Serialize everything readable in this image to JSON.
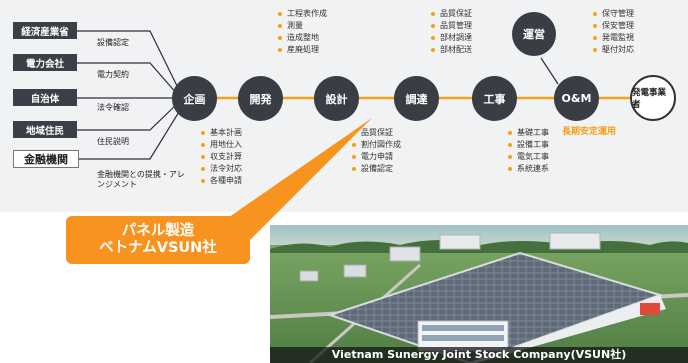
{
  "stakeholders": [
    {
      "name": "経済産業省",
      "relation": "設備認定"
    },
    {
      "name": "電力会社",
      "relation": "電力契約"
    },
    {
      "name": "自治体",
      "relation": "法令確認"
    },
    {
      "name": "地域住民",
      "relation": "住民説明"
    },
    {
      "name": "金融機関",
      "relation": "金融機関との提携・アレンジメント"
    }
  ],
  "nodes": {
    "kikaku": "企画",
    "kaihatsu": "開発",
    "sekkei": "設計",
    "chotatsu": "調達",
    "koji": "工事",
    "om": "O&M",
    "unei": "運営",
    "owner": "発電事業者"
  },
  "lists": {
    "kikaku_below": [
      "基本計画",
      "用地仕入",
      "収支計算",
      "法令対応",
      "各種申請"
    ],
    "kaihatsu_above": [
      "工程表作成",
      "測量",
      "造成整地",
      "産廃処理"
    ],
    "sekkei_below": [
      "品質保証",
      "割付図作成",
      "電力申請",
      "設備認定"
    ],
    "chotatsu_above": [
      "品質保証",
      "品質管理",
      "部材調達",
      "部材配送"
    ],
    "koji_below": [
      "基礎工事",
      "設備工事",
      "電気工事",
      "系統連系"
    ],
    "om_above": [
      "保守管理",
      "保安管理",
      "発電監視",
      "駆付対応"
    ]
  },
  "om_note": "長期安定運用",
  "callout": {
    "line1": "パネル製造",
    "line2": "ベトナムVSUN社"
  },
  "photo_caption": "Vietnam Sunergy Joint Stock Company(VSUN社)",
  "colors": {
    "accent": "#f7931e",
    "node": "#3b3d45",
    "stakeholder": "#3c3f47"
  }
}
